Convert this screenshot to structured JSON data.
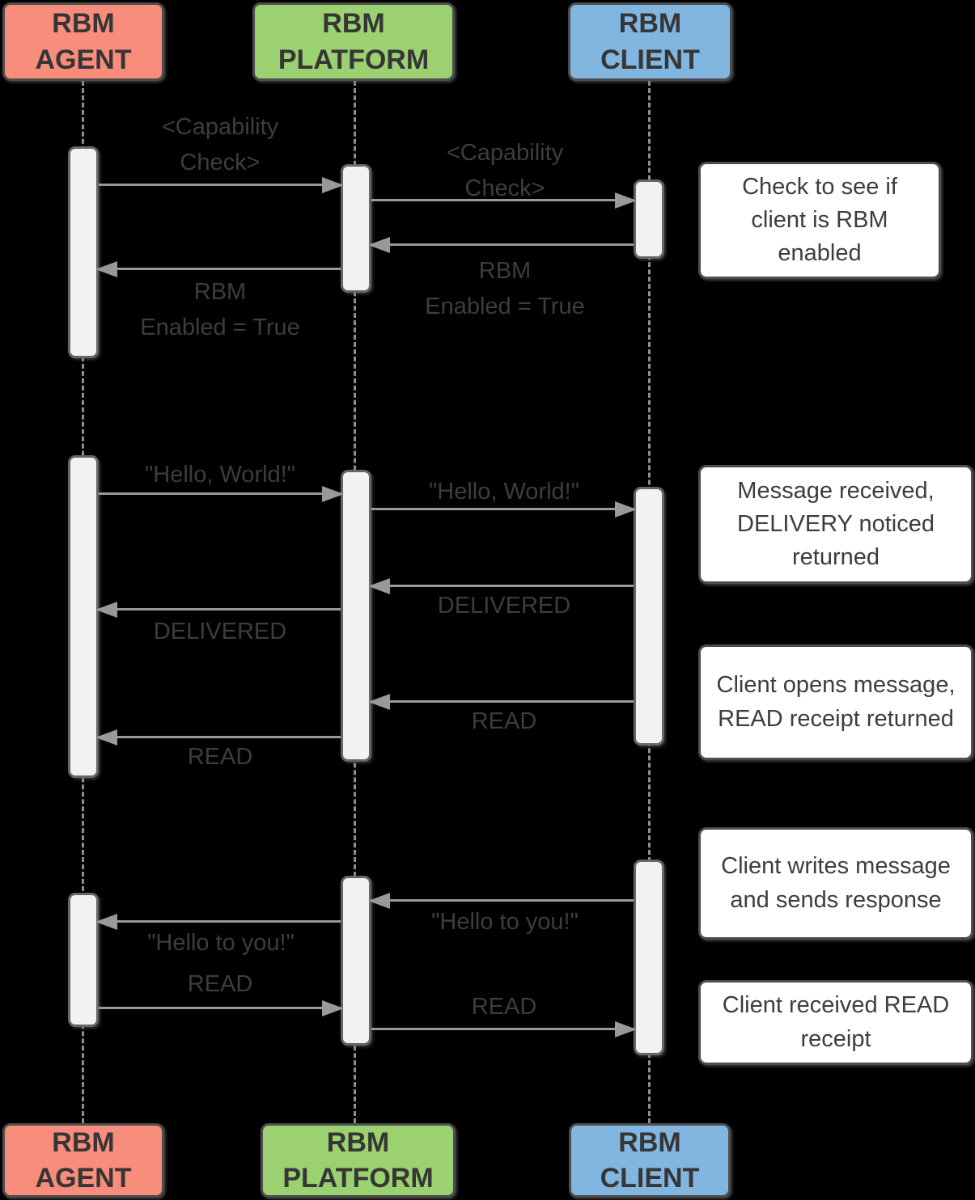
{
  "diagram_type": "sequence-diagram",
  "colors": {
    "background": "#000000",
    "agent_fill": "#F98D7C",
    "platform_fill": "#9BD170",
    "client_fill": "#81B6E0",
    "box_border": "#4D4D4D",
    "bar_fill": "#F2F2F2",
    "bar_border": "#666666",
    "arrow": "#999999",
    "label_text": "#3D3D3D",
    "note_bg": "#FFFFFF"
  },
  "actors": {
    "agent": {
      "label": "RBM AGENT",
      "fill": "#F98D7C"
    },
    "platform": {
      "label": "RBM PLATFORM",
      "fill": "#9BD170"
    },
    "client": {
      "label": "RBM CLIENT",
      "fill": "#81B6E0"
    }
  },
  "messages": [
    {
      "text": "<Capability\nCheck>",
      "from": "RBM AGENT",
      "to": "RBM PLATFORM"
    },
    {
      "text": "<Capability\nCheck>",
      "from": "RBM PLATFORM",
      "to": "RBM CLIENT"
    },
    {
      "text": "RBM\nEnabled = True",
      "from": "RBM CLIENT",
      "to": "RBM PLATFORM"
    },
    {
      "text": "RBM\nEnabled = True",
      "from": "RBM PLATFORM",
      "to": "RBM AGENT"
    },
    {
      "text": "\"Hello, World!\"",
      "from": "RBM AGENT",
      "to": "RBM PLATFORM"
    },
    {
      "text": "\"Hello, World!\"",
      "from": "RBM PLATFORM",
      "to": "RBM CLIENT"
    },
    {
      "text": "DELIVERED",
      "from": "RBM CLIENT",
      "to": "RBM PLATFORM"
    },
    {
      "text": "DELIVERED",
      "from": "RBM PLATFORM",
      "to": "RBM AGENT"
    },
    {
      "text": "READ",
      "from": "RBM CLIENT",
      "to": "RBM PLATFORM"
    },
    {
      "text": "READ",
      "from": "RBM PLATFORM",
      "to": "RBM AGENT"
    },
    {
      "text": "\"Hello to you!\"",
      "from": "RBM CLIENT",
      "to": "RBM PLATFORM"
    },
    {
      "text": "\"Hello to you!\"",
      "from": "RBM PLATFORM",
      "to": "RBM AGENT"
    },
    {
      "text": "READ",
      "from": "RBM AGENT",
      "to": "RBM PLATFORM"
    },
    {
      "text": "READ",
      "from": "RBM PLATFORM",
      "to": "RBM CLIENT"
    }
  ],
  "notes": [
    {
      "text": "Check to see if client is RBM enabled"
    },
    {
      "text": "Message received, DELIVERY noticed returned"
    },
    {
      "text": "Client opens message, READ receipt returned"
    },
    {
      "text": "Client writes message and sends response"
    },
    {
      "text": "Client received READ receipt"
    }
  ]
}
